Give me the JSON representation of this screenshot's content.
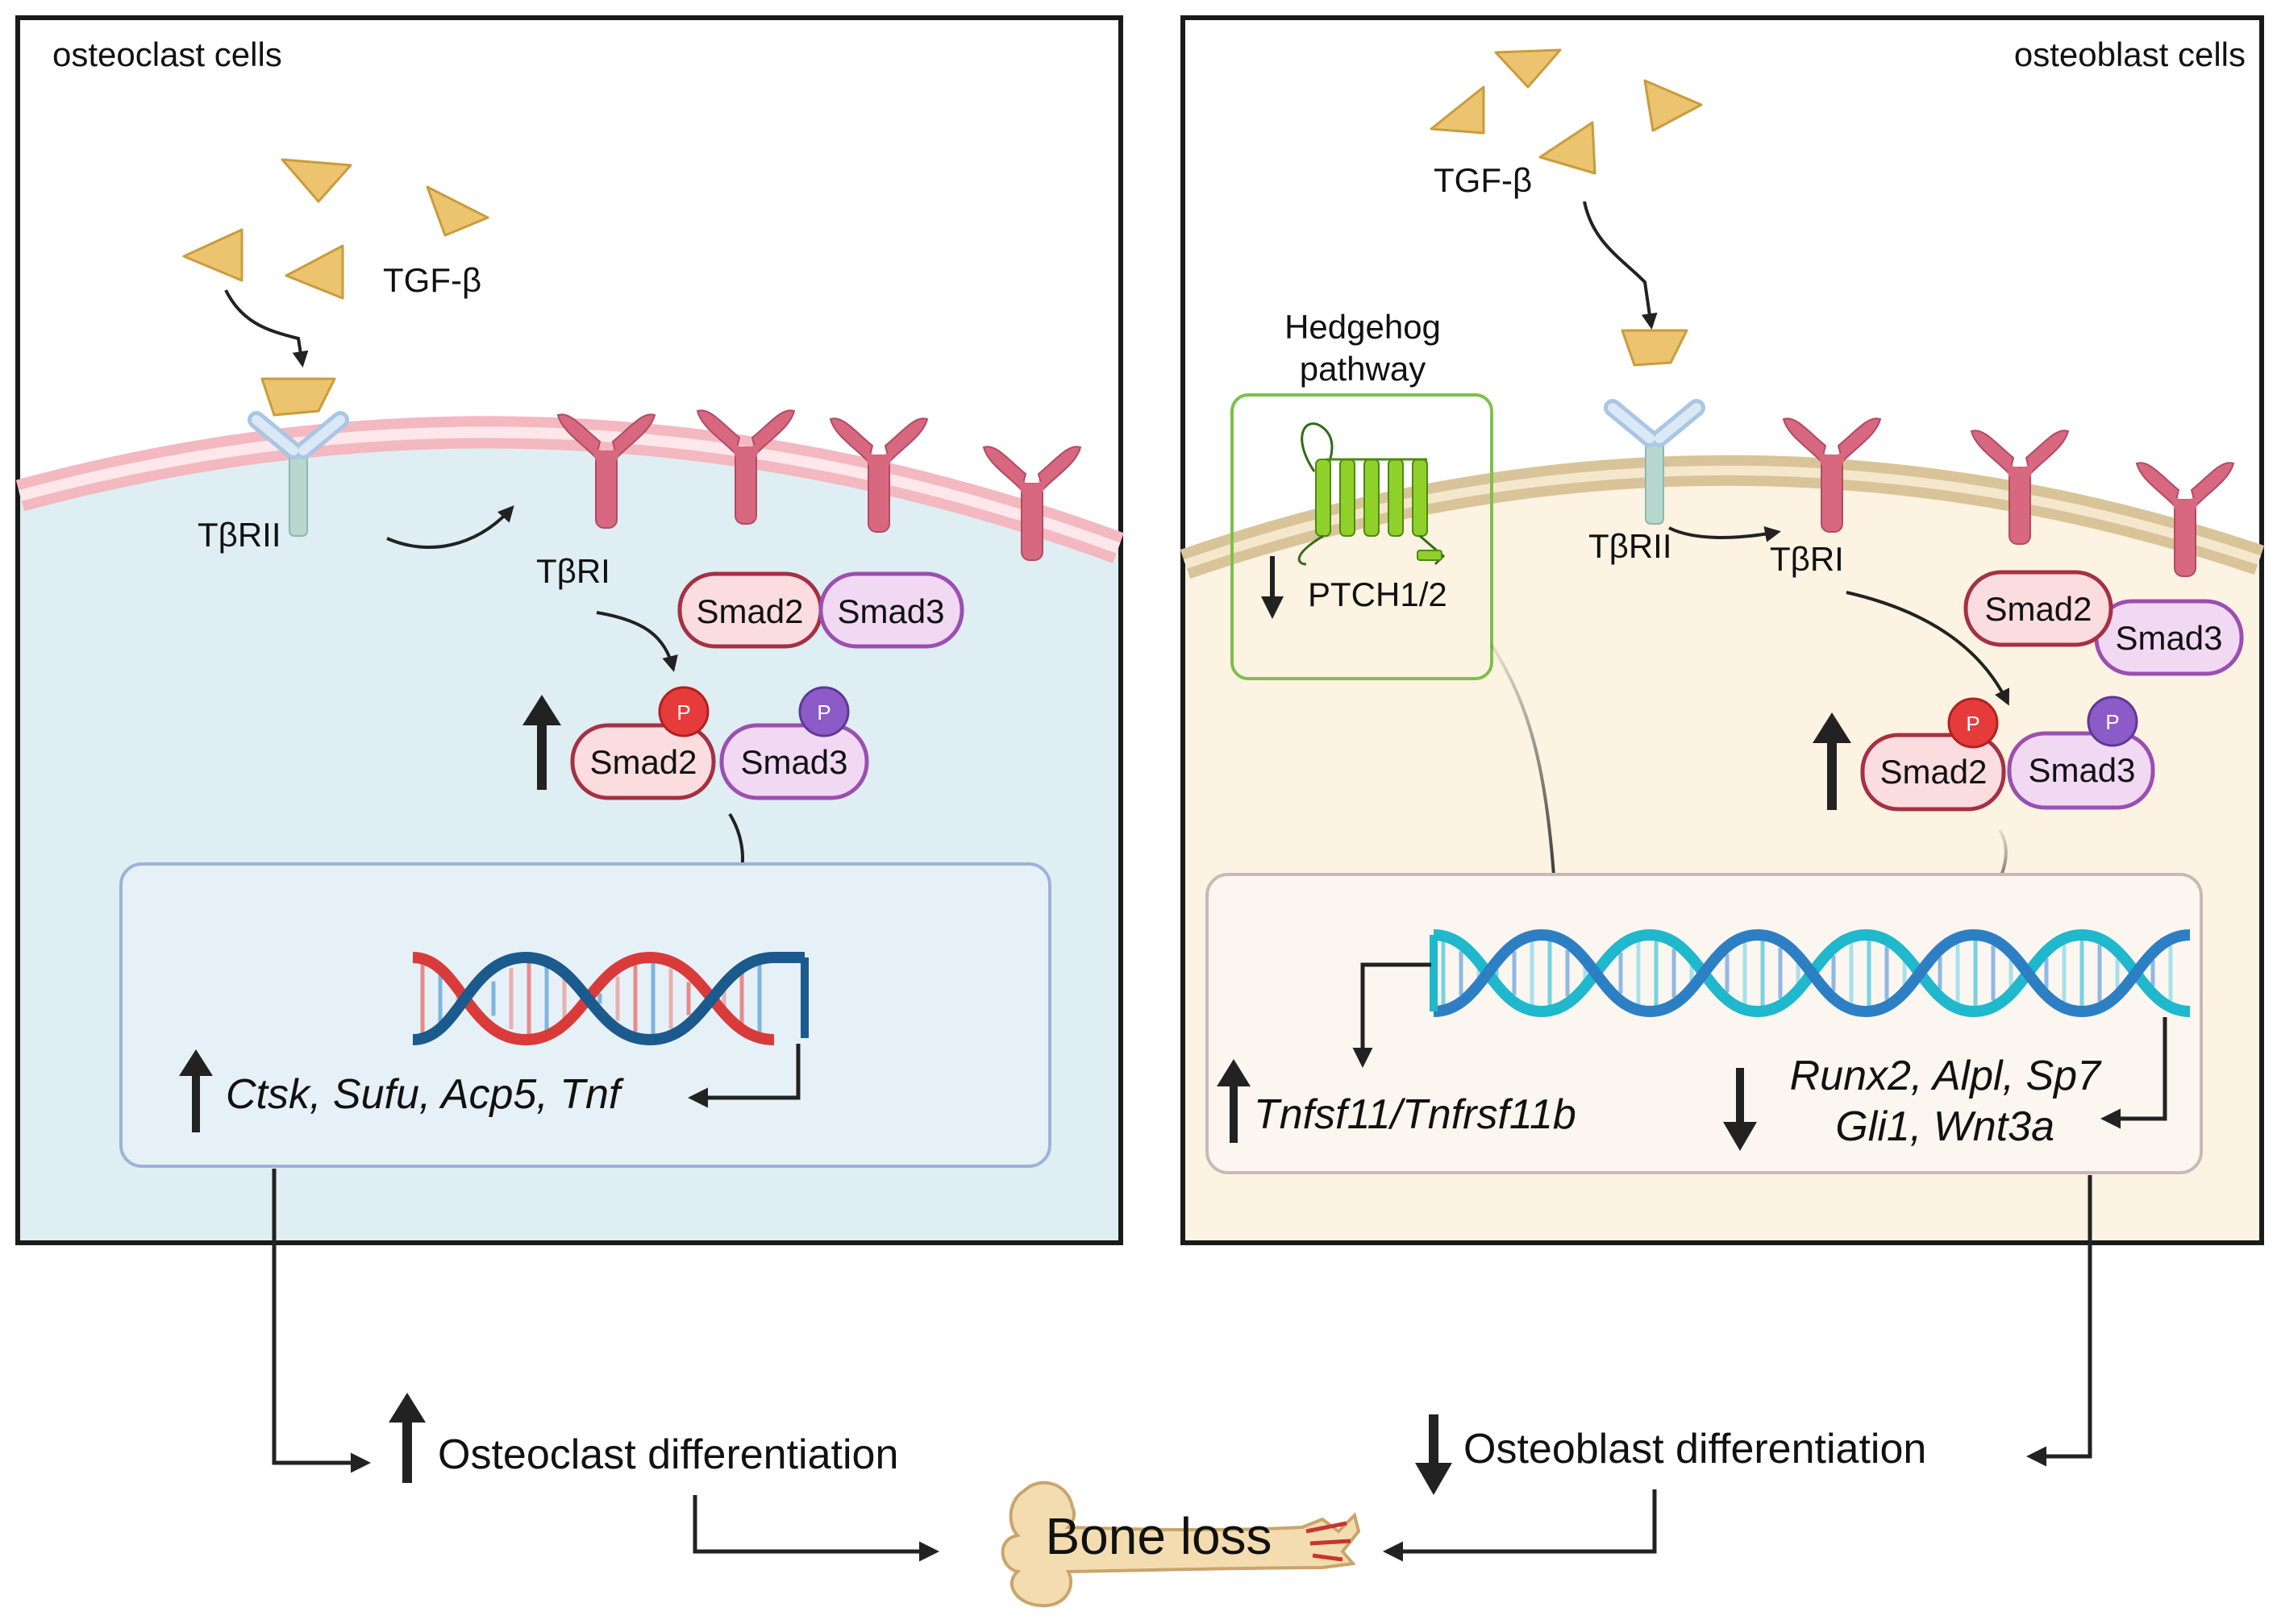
{
  "left_panel": {
    "title": "osteoclast cells",
    "ligand_label": "TGF-β",
    "receptor2_label": "TβRII",
    "receptor1_label": "TβRI",
    "smad2": "Smad2",
    "smad3": "Smad3",
    "phospho": "P",
    "target_genes": "Ctsk, Sufu, Acp5, Tnf",
    "outcome": "Osteoclast differentiation"
  },
  "right_panel": {
    "title": "osteoblast cells",
    "ligand_label": "TGF-β",
    "receptor2_label": "TβRII",
    "receptor1_label": "TβRI",
    "hedgehog_line1": "Hedgehog",
    "hedgehog_line2": "pathway",
    "ptch_label": "PTCH1/2",
    "smad2": "Smad2",
    "smad3": "Smad3",
    "phospho": "P",
    "up_gene": "Tnfsf11/Tnfrsf11b",
    "down_genes_line1": "Runx2, Alpl, Sp7",
    "down_genes_line2": "Gli1, Wnt3a",
    "outcome": "Osteoblast differentiation"
  },
  "bottom": {
    "result": "Bone loss"
  },
  "colors": {
    "osteoclast_cytoplasm": "#deeef3",
    "osteoblast_cytoplasm": "#fdf3e2",
    "tgf_beta": "#ecc470",
    "receptor_type1": "#d7687f",
    "receptor_type2": "#b8d3ea",
    "smad2_fill": "#fbdde0",
    "smad2_stroke": "#a63043",
    "smad3_fill": "#f2d9f3",
    "smad3_stroke": "#9b4fb0",
    "phospho_smad2": "#e53b3b",
    "phospho_smad3": "#8d5bc8",
    "patched": "#8fd12a",
    "dna_osteoclast_strand_a": "#d93b3b",
    "dna_osteoclast_strand_b": "#1a5a8c",
    "dna_osteoblast_strand_a": "#1fb8cc",
    "dna_osteoblast_strand_b": "#2d7fc4"
  }
}
